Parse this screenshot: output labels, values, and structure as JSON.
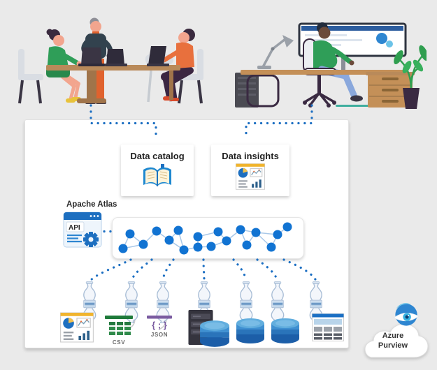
{
  "cards": {
    "data_catalog": {
      "label": "Data catalog",
      "icon": "open-book-icon"
    },
    "data_insights": {
      "label": "Data insights",
      "icon": "report-dashboard-icon"
    }
  },
  "apache_atlas": {
    "label": "Apache Atlas",
    "api_label": "API",
    "icon": "api-window-gear-icon"
  },
  "network": {
    "icon": "entity-lineage-graph",
    "node_count": 18
  },
  "pipelines": {
    "icon": "scan-funnel-icon",
    "count": 7
  },
  "sources": {
    "csv_label": "CSV",
    "json_label": "JSON",
    "json_glyph": "{ ; }",
    "items": [
      "report-dashboard-icon",
      "csv-grid-icon",
      "json-file-icon",
      "server-rack-with-database-icon",
      "database-icon",
      "database-icon",
      "data-table-icon"
    ]
  },
  "azure_purview": {
    "line1": "Azure",
    "line2": "Purview",
    "icon": "purview-eye-icon"
  },
  "colors": {
    "background": "#eaeaea",
    "dot_blue": "#1b6ec2",
    "node_blue": "#1173d2",
    "csv_green": "#217a3c",
    "json_purple": "#7a5ba0",
    "insights_yellow": "#f0b42e",
    "database_blue": "#2a74ba"
  }
}
